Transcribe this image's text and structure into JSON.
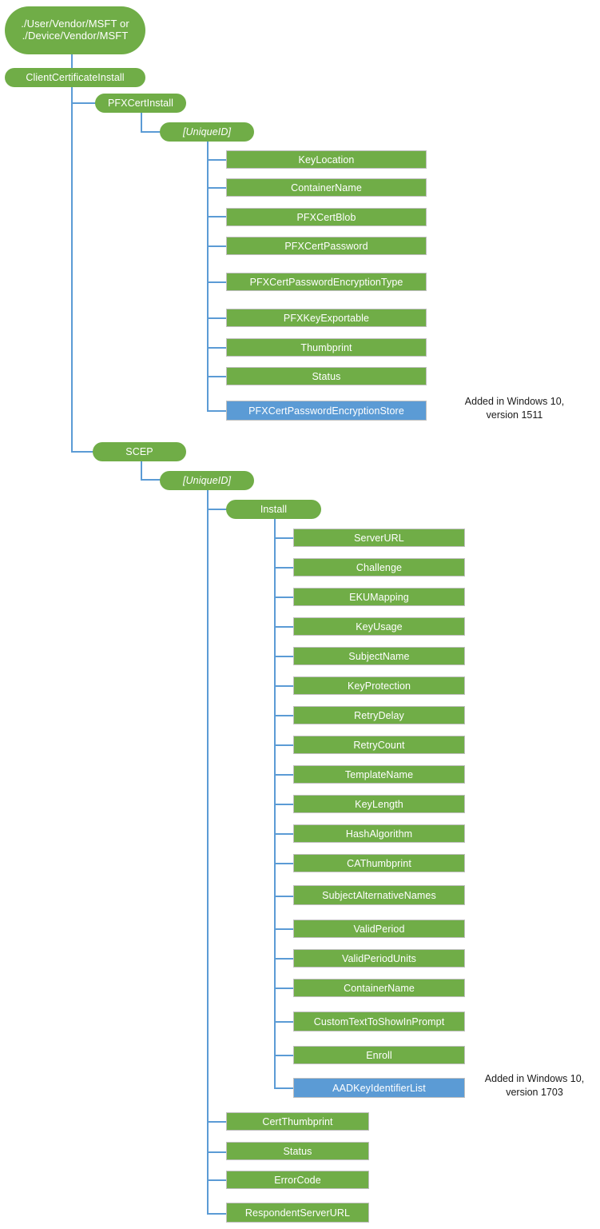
{
  "diagram": {
    "title": "ClientCertificateInstall CSP node tree",
    "colors": {
      "node_green": "#70AD47",
      "node_blue": "#5B9BD5",
      "connector": "#5B9BD5",
      "node_border": "#bfbfbf",
      "node_text": "#ffffff",
      "annotation_text": "#1a1a1a",
      "background": "#ffffff"
    },
    "root": {
      "label": "./User/Vendor/MSFT or\n./Device/Vendor/MSFT"
    },
    "level1": {
      "label": "ClientCertificateInstall"
    },
    "branches": [
      {
        "key": "pfx",
        "label": "PFXCertInstall",
        "instance": {
          "label": "[UniqueID]"
        },
        "leaves": [
          {
            "label": "KeyLocation",
            "state": "existing"
          },
          {
            "label": "ContainerName",
            "state": "existing"
          },
          {
            "label": "PFXCertBlob",
            "state": "existing"
          },
          {
            "label": "PFXCertPassword",
            "state": "existing"
          },
          {
            "label": "PFXCertPasswordEncryptionType",
            "state": "existing"
          },
          {
            "label": "PFXKeyExportable",
            "state": "existing"
          },
          {
            "label": "Thumbprint",
            "state": "existing"
          },
          {
            "label": "Status",
            "state": "existing"
          },
          {
            "label": "PFXCertPasswordEncryptionStore",
            "state": "added"
          }
        ],
        "annotation": {
          "text": "Added in Windows 10,\nversion 1511",
          "applies_to": "PFXCertPasswordEncryptionStore"
        }
      },
      {
        "key": "scep",
        "label": "SCEP",
        "instance": {
          "label": "[UniqueID]"
        },
        "install": {
          "label": "Install",
          "leaves": [
            {
              "label": "ServerURL",
              "state": "existing"
            },
            {
              "label": "Challenge",
              "state": "existing"
            },
            {
              "label": "EKUMapping",
              "state": "existing"
            },
            {
              "label": "KeyUsage",
              "state": "existing"
            },
            {
              "label": "SubjectName",
              "state": "existing"
            },
            {
              "label": "KeyProtection",
              "state": "existing"
            },
            {
              "label": "RetryDelay",
              "state": "existing"
            },
            {
              "label": "RetryCount",
              "state": "existing"
            },
            {
              "label": "TemplateName",
              "state": "existing"
            },
            {
              "label": "KeyLength",
              "state": "existing"
            },
            {
              "label": "HashAlgorithm",
              "state": "existing"
            },
            {
              "label": "CAThumbprint",
              "state": "existing"
            },
            {
              "label": "SubjectAlternativeNames",
              "state": "existing"
            },
            {
              "label": "ValidPeriod",
              "state": "existing"
            },
            {
              "label": "ValidPeriodUnits",
              "state": "existing"
            },
            {
              "label": "ContainerName",
              "state": "existing"
            },
            {
              "label": "CustomTextToShowInPrompt",
              "state": "existing"
            },
            {
              "label": "Enroll",
              "state": "existing"
            },
            {
              "label": "AADKeyIdentifierList",
              "state": "added"
            }
          ],
          "annotation": {
            "text": "Added in Windows 10,\nversion 1703",
            "applies_to": "AADKeyIdentifierList"
          }
        },
        "leaves": [
          {
            "label": "CertThumbprint",
            "state": "existing"
          },
          {
            "label": "Status",
            "state": "existing"
          },
          {
            "label": "ErrorCode",
            "state": "existing"
          },
          {
            "label": "RespondentServerURL",
            "state": "existing"
          }
        ]
      }
    ]
  }
}
